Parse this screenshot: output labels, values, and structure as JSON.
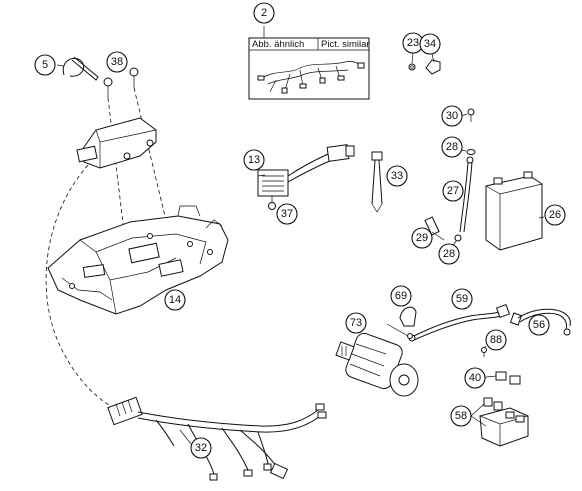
{
  "diagram": {
    "inset_box": {
      "label_left": "Abb. ähnlich",
      "label_right": "Pict. similar"
    },
    "callouts": [
      {
        "id": "c2",
        "label": "2"
      },
      {
        "id": "c5",
        "label": "5"
      },
      {
        "id": "c38",
        "label": "38"
      },
      {
        "id": "c23",
        "label": "23"
      },
      {
        "id": "c34",
        "label": "34"
      },
      {
        "id": "c30",
        "label": "30"
      },
      {
        "id": "c28a",
        "label": "28"
      },
      {
        "id": "c13",
        "label": "13"
      },
      {
        "id": "c33",
        "label": "33"
      },
      {
        "id": "c37",
        "label": "37"
      },
      {
        "id": "c27",
        "label": "27"
      },
      {
        "id": "c26",
        "label": "26"
      },
      {
        "id": "c29",
        "label": "29"
      },
      {
        "id": "c28b",
        "label": "28"
      },
      {
        "id": "c14",
        "label": "14"
      },
      {
        "id": "c69",
        "label": "69"
      },
      {
        "id": "c59",
        "label": "59"
      },
      {
        "id": "c73",
        "label": "73"
      },
      {
        "id": "c88",
        "label": "88"
      },
      {
        "id": "c56",
        "label": "56"
      },
      {
        "id": "c40",
        "label": "40"
      },
      {
        "id": "c58",
        "label": "58"
      },
      {
        "id": "c32",
        "label": "32"
      }
    ]
  }
}
